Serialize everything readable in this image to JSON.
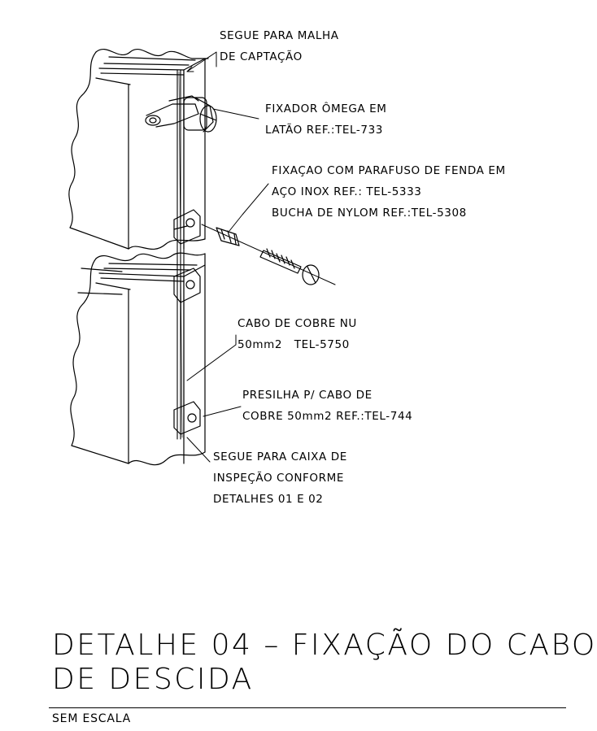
{
  "labels": {
    "top_1": "SEGUE PARA MALHA",
    "top_2": "DE CAPTAÇÃO",
    "fixador_1": "FIXADOR ÔMEGA EM",
    "fixador_2": "LATÃO REF.:TEL-733",
    "fixacao_1": "FIXAÇAO COM PARAFUSO DE FENDA EM",
    "fixacao_2": "AÇO INOX REF.: TEL-5333",
    "fixacao_3": "BUCHA DE NYLOM REF.:TEL-5308",
    "cabo_1": "CABO DE COBRE NU",
    "cabo_2": "50mm2   TEL-5750",
    "presilha_1": "PRESILHA P/ CABO DE",
    "presilha_2": "COBRE 50mm2 REF.:TEL-744",
    "bottom_1": "SEGUE PARA CAIXA DE",
    "bottom_2": "INSPEÇÃO CONFORME",
    "bottom_3": "DETALHES 01 E 02"
  },
  "title": {
    "line1": "DETALHE 04 – FIXAÇÃO DO CABO",
    "line2": "DE DESCIDA"
  },
  "scale": "SEM ESCALA"
}
